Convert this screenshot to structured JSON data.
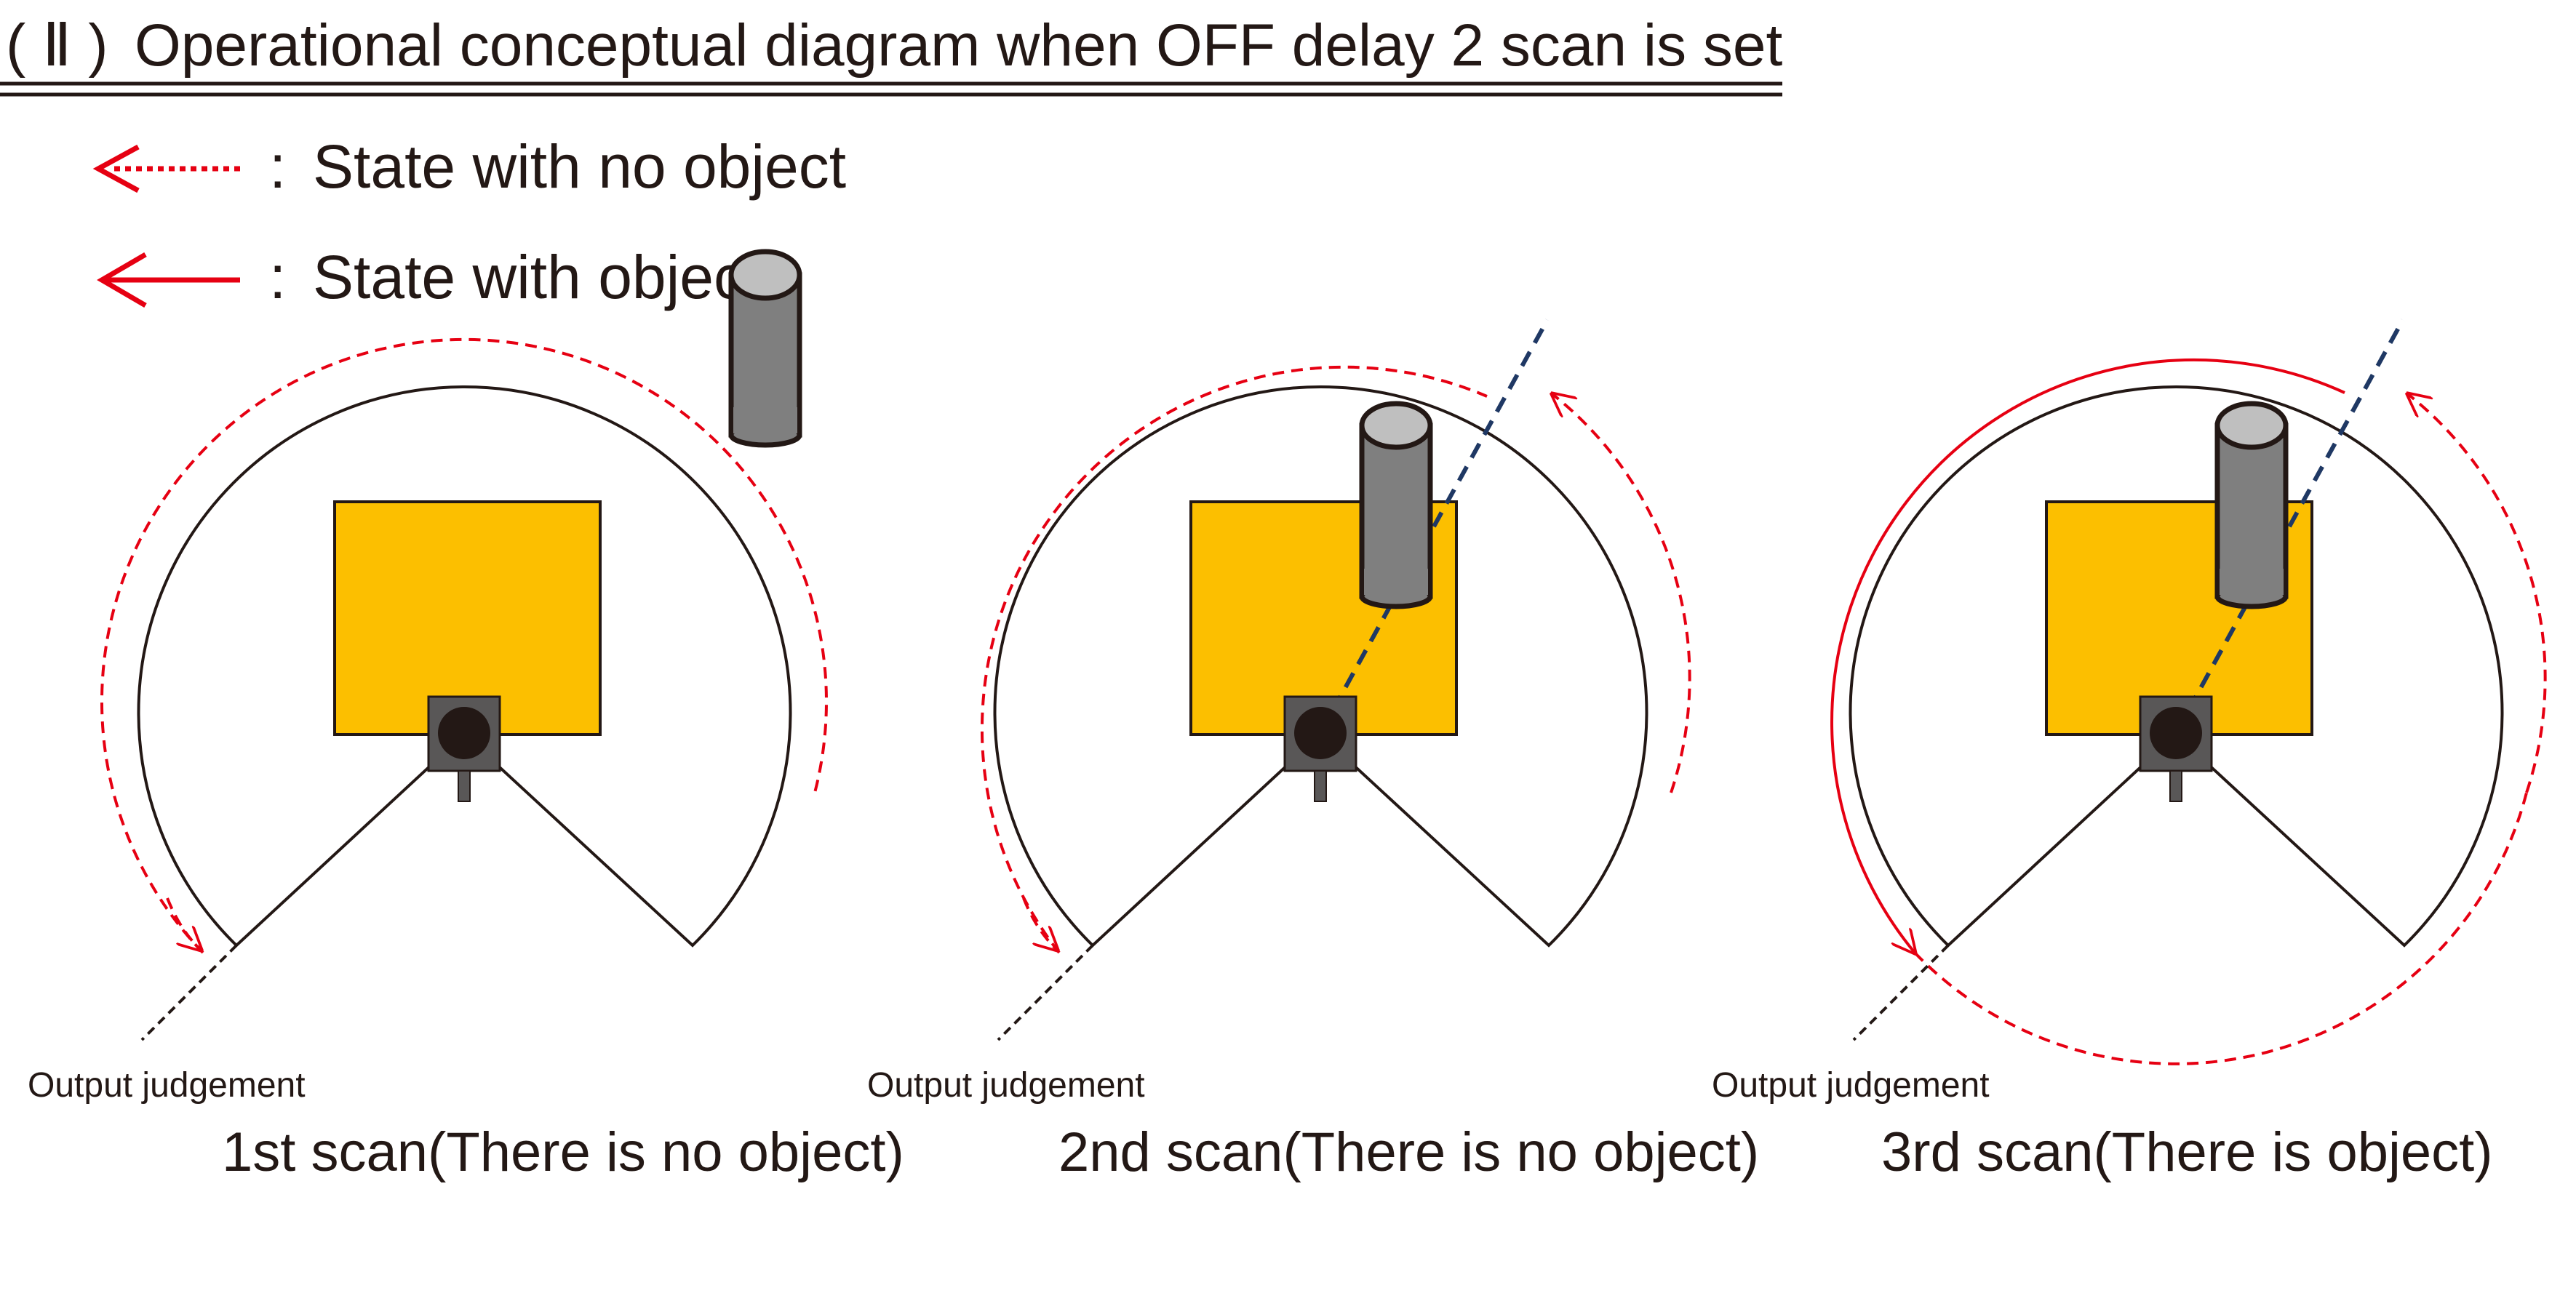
{
  "header": {
    "numeral": "( Ⅱ )",
    "title": "Operational conceptual diagram when OFF delay 2 scan is set"
  },
  "legend": {
    "colon": ":",
    "no_object": "State with no object",
    "with_object": "State with object"
  },
  "panels": [
    {
      "caption": "1st scan(There is no object)",
      "output_label": "Output judgement",
      "object_present": false
    },
    {
      "caption": "2nd scan(There is no object)",
      "output_label": "Output judgement",
      "object_present": true
    },
    {
      "caption": "3rd scan(There is object)",
      "output_label": "Output judgement",
      "object_present": true
    }
  ],
  "colors": {
    "scan_arrow": "#e60012",
    "detection_area": "#fcbf00",
    "object": "#7f7f7f",
    "beam": "#1f3864",
    "line": "#231815"
  }
}
